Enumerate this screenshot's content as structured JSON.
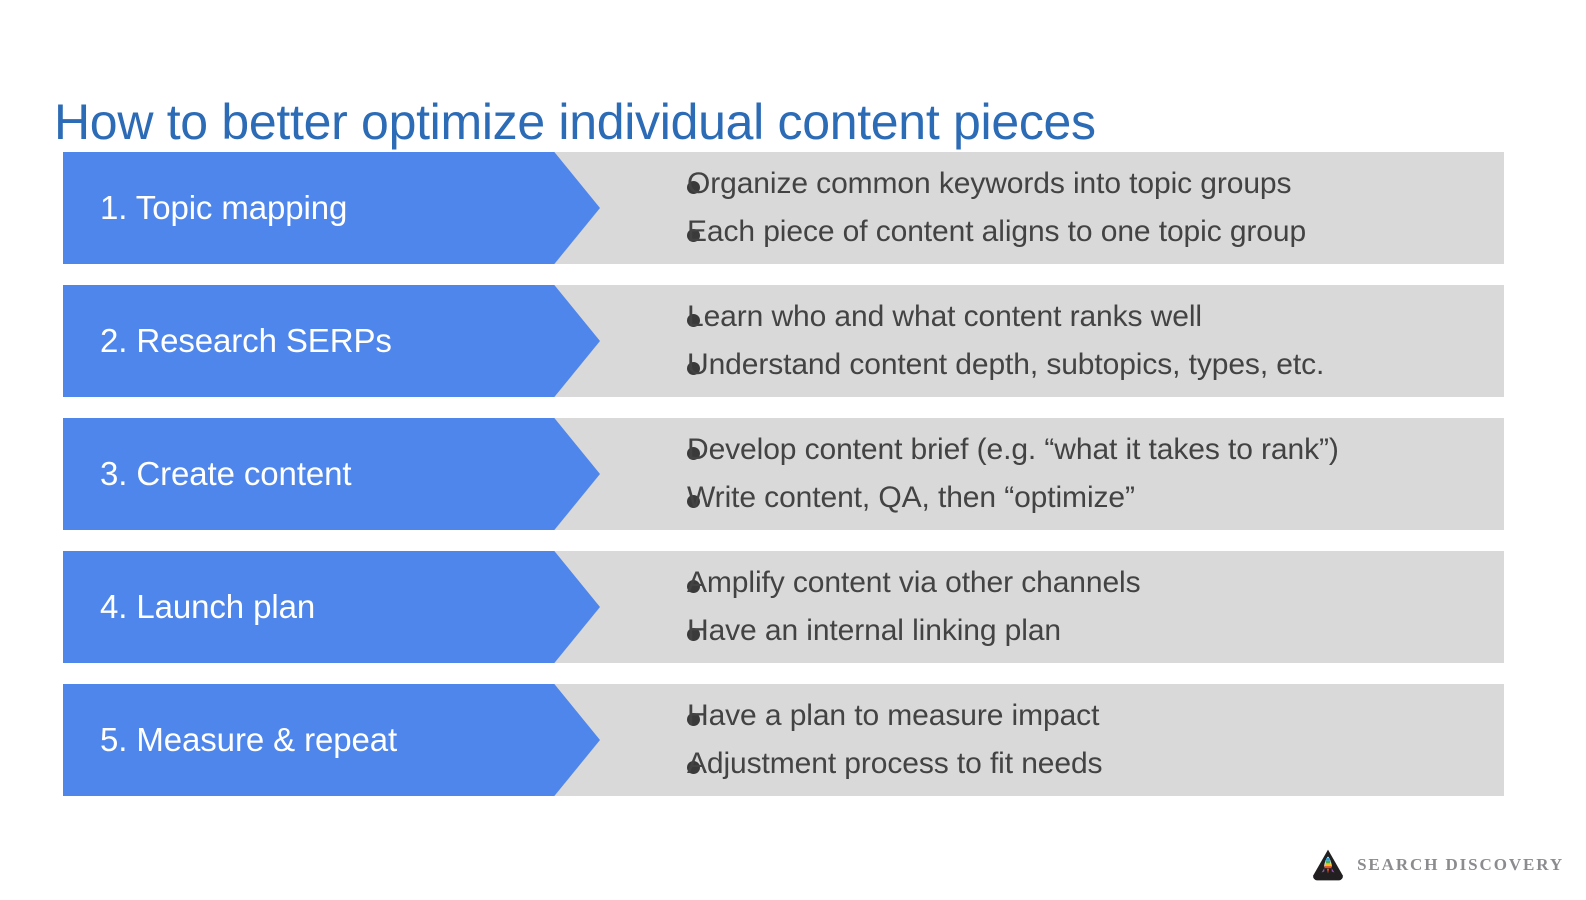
{
  "slide": {
    "title": "How to better optimize individual content pieces",
    "background_color": "#FFFFFF",
    "title_color": "#2C6BB5",
    "accent_blue": "#4F86EC",
    "panel_gray": "#D9D9D9",
    "body_text_color": "#434343",
    "bullet_dot_color": "#3A3A3A"
  },
  "steps": [
    {
      "label": "1. Topic mapping",
      "bullets": [
        "Organize common keywords into topic groups",
        "Each piece of content aligns to one topic group"
      ]
    },
    {
      "label": "2. Research SERPs",
      "bullets": [
        "Learn who and what content ranks well",
        "Understand content depth, subtopics, types, etc."
      ]
    },
    {
      "label": "3. Create content",
      "bullets": [
        "Develop content brief (e.g. “what it takes to rank”)",
        "Write content, QA, then “optimize”"
      ]
    },
    {
      "label": "4. Launch plan",
      "bullets": [
        "Amplify content via other channels",
        "Have an internal linking plan"
      ]
    },
    {
      "label": "5. Measure & repeat",
      "bullets": [
        "Have a plan to measure impact",
        "Adjustment process to fit needs"
      ]
    }
  ],
  "footer": {
    "logo_icon": "rocket-triangle-icon",
    "wordmark": "SEARCH DISCOVERY",
    "wordmark_color": "#8C8C90"
  }
}
